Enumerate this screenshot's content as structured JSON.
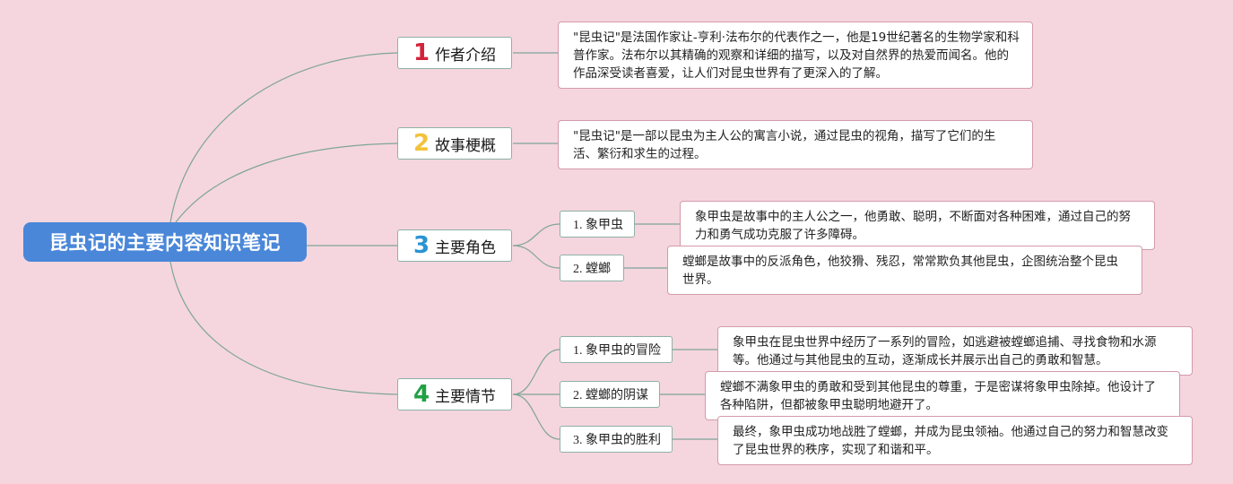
{
  "root": {
    "label": "昆虫记的主要内容知识笔记"
  },
  "topics": [
    {
      "number": "1",
      "label": "作者介绍",
      "number_color": "#d3233c",
      "note": "\"昆虫记\"是法国作家让-亨利·法布尔的代表作之一，他是19世纪著名的生物学家和科普作家。法布尔以其精确的观察和详细的描写，以及对自然界的热爱而闻名。他的作品深受读者喜爱，让人们对昆虫世界有了更深入的了解。"
    },
    {
      "number": "2",
      "label": "故事梗概",
      "number_color": "#f2c23a",
      "note": "\"昆虫记\"是一部以昆虫为主人公的寓言小说，通过昆虫的视角，描写了它们的生活、繁衍和求生的过程。"
    },
    {
      "number": "3",
      "label": "主要角色",
      "number_color": "#2a93d5",
      "children": [
        {
          "label": "1. 象甲虫",
          "note": "象甲虫是故事中的主人公之一，他勇敢、聪明，不断面对各种困难，通过自己的努力和勇气成功克服了许多障碍。"
        },
        {
          "label": "2. 螳螂",
          "note": "螳螂是故事中的反派角色，他狡猾、残忍，常常欺负其他昆虫，企图统治整个昆虫世界。"
        }
      ]
    },
    {
      "number": "4",
      "label": "主要情节",
      "number_color": "#22a045",
      "children": [
        {
          "label": "1. 象甲虫的冒险",
          "note": "象甲虫在昆虫世界中经历了一系列的冒险，如逃避被螳螂追捕、寻找食物和水源等。他通过与其他昆虫的互动，逐渐成长并展示出自己的勇敢和智慧。"
        },
        {
          "label": "2. 螳螂的阴谋",
          "note": "螳螂不满象甲虫的勇敢和受到其他昆虫的尊重，于是密谋将象甲虫除掉。他设计了各种陷阱，但都被象甲虫聪明地避开了。"
        },
        {
          "label": "3. 象甲虫的胜利",
          "note": "最终，象甲虫成功地战胜了螳螂，并成为昆虫领袖。他通过自己的努力和智慧改变了昆虫世界的秩序，实现了和谐和平。"
        }
      ]
    }
  ],
  "colors": {
    "background": "#f5d6de",
    "root": "#4a87d8",
    "line": "#7fa49a",
    "note_border": "#d39aab"
  }
}
